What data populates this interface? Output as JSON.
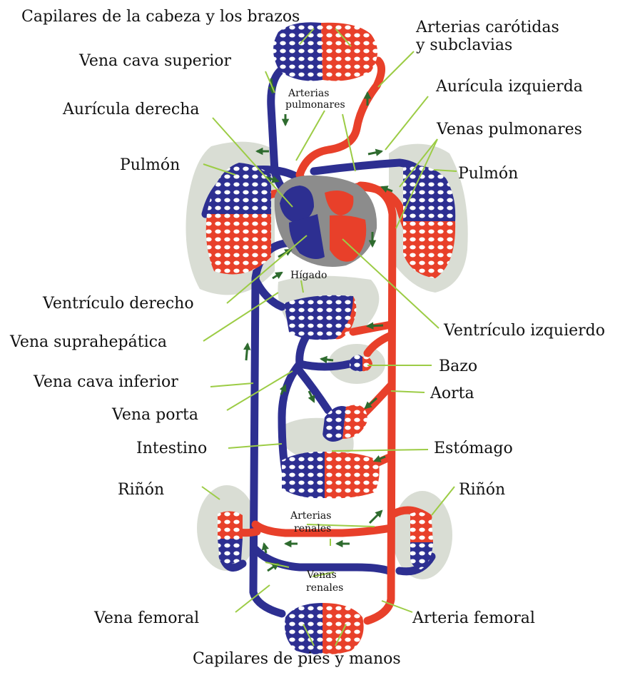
{
  "labels": {
    "capilares_cabeza": "Capilares de la cabeza y los brazos",
    "arterias_carotidas_1": "Arterias carótidas",
    "arterias_carotidas_2": "y subclavias",
    "vena_cava_superior": "Vena cava superior",
    "auricula_izquierda": "Aurícula izquierda",
    "arterias_pulmonares_1": "Arterias",
    "arterias_pulmonares_2": "pulmonares",
    "auricula_derecha": "Aurícula derecha",
    "venas_pulmonares": "Venas pulmonares",
    "pulmon_izq": "Pulmón",
    "pulmon_der": "Pulmón",
    "higado": "Hígado",
    "ventriculo_derecho": "Ventrículo derecho",
    "vena_suprahepatica": "Vena suprahepática",
    "ventriculo_izquierdo": "Ventrículo izquierdo",
    "bazo": "Bazo",
    "vena_cava_inferior": "Vena cava inferior",
    "aorta": "Aorta",
    "vena_porta": "Vena porta",
    "intestino": "Intestino",
    "estomago": "Estómago",
    "rinon_izq": "Riñón",
    "rinon_der": "Riñón",
    "arterias_renales_1": "Arterias",
    "arterias_renales_2": "renales",
    "venas_renales_1": "Venas",
    "venas_renales_2": "renales",
    "vena_femoral": "Vena femoral",
    "arteria_femoral": "Arteria femoral",
    "capilares_pies": "Capilares de pies y manos"
  },
  "colors": {
    "vein": "#2d2f91",
    "artery": "#e8402a",
    "organ": "#d9ddd4",
    "heart_wall": "#8c8c8c",
    "leader": "#9ccc45",
    "arrow": "#2e6b2e"
  }
}
